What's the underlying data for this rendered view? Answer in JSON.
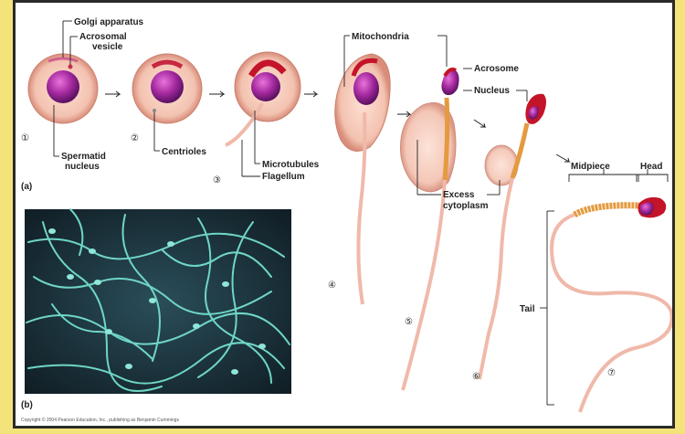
{
  "labels": {
    "golgi": "Golgi apparatus",
    "acrosomal_1": "Acrosomal",
    "acrosomal_2": "vesicle",
    "spermatid_1": "Spermatid",
    "spermatid_2": "nucleus",
    "centrioles": "Centrioles",
    "microtubules": "Microtubules",
    "flagellum": "Flagellum",
    "mitochondria": "Mitochondria",
    "acrosome": "Acrosome",
    "nucleus": "Nucleus",
    "excess_1": "Excess",
    "excess_2": "cytoplasm",
    "midpiece": "Midpiece",
    "head": "Head",
    "tail": "Tail"
  },
  "steps": [
    "①",
    "②",
    "③",
    "④",
    "⑤",
    "⑥",
    "⑦"
  ],
  "panels": {
    "a": "(a)",
    "b": "(b)"
  },
  "copyright": "Copyright © 2004 Pearson Education, Inc., publishing as Benjamin Cummings",
  "colors": {
    "background": "#f4e37a",
    "cell": "#f3c2b0",
    "nucleus": "#8e1f8c",
    "acrosome": "#c4142a",
    "tail": "#f0b9aa",
    "midpiece": "#e49a3f",
    "micrograph": "#1f3a45",
    "fibers": "#6fd6c6"
  }
}
